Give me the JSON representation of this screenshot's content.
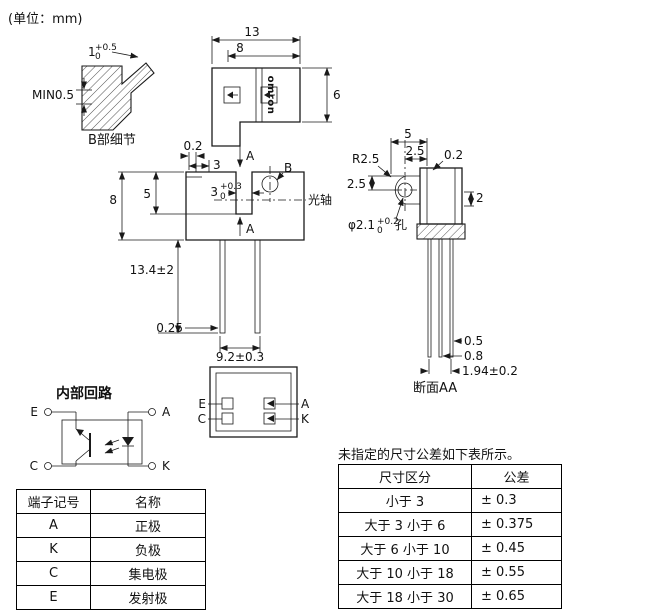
{
  "page": {
    "unit_label": "(单位：mm)"
  },
  "colors": {
    "ink": "#1a1a1a",
    "background": "#ffffff"
  },
  "detail_b": {
    "caption": "B部细节",
    "dim_tip_base": "1",
    "dim_tip_tol_upper": "+0.5",
    "dim_tip_tol_lower": "0",
    "dim_min_wall": "MIN0.5"
  },
  "front_view": {
    "dim_total_width": "13",
    "dim_upper_width": "8",
    "dim_height": "6",
    "brand_marking": "omron"
  },
  "side_view": {
    "dim_step": "0.2",
    "dim_top_width": "3",
    "section_marker_top": "A",
    "section_marker_bottom": "A",
    "detail_ref": "B",
    "dim_slot_base": "3",
    "dim_slot_tol_upper": "+0.3",
    "dim_slot_tol_lower": "0",
    "dim_body_height": "8",
    "dim_slot_depth": "5",
    "optical_axis_label": "光轴",
    "dim_lead_length": "13.4±2",
    "dim_lead_thickness": "0.25",
    "dim_lead_span": "9.2±0.3"
  },
  "section_view": {
    "caption": "断面AA",
    "dim_radius": "R2.5",
    "dim_tab_width": "5",
    "dim_hole_offset_top": "2.5",
    "dim_step": "0.2",
    "dim_hole_offset_left": "2.5",
    "hole_dim_base": "φ2.1",
    "hole_dim_tol_upper": "+0.2",
    "hole_dim_tol_lower": "0",
    "hole_dim_suffix": "孔",
    "dim_depth": "2",
    "dim_lead_width": "0.5",
    "dim_lead_thickness": "0.8",
    "dim_lead_pitch": "1.94±0.2"
  },
  "bottom_view": {
    "label_e": "E",
    "label_c": "C",
    "label_a": "A",
    "label_k": "K"
  },
  "circuit": {
    "title": "内部回路",
    "label_e": "E",
    "label_c": "C",
    "label_a": "A",
    "label_k": "K"
  },
  "terminal_table": {
    "headers": [
      "端子记号",
      "名称"
    ],
    "rows": [
      {
        "mark": "A",
        "name": "正极"
      },
      {
        "mark": "K",
        "name": "负极"
      },
      {
        "mark": "C",
        "name": "集电极"
      },
      {
        "mark": "E",
        "name": "发射极"
      }
    ]
  },
  "tolerance": {
    "note": "未指定的尺寸公差如下表所示。",
    "headers": [
      "尺寸区分",
      "公差"
    ],
    "rows": [
      {
        "range": "小于 3",
        "value": "± 0.3"
      },
      {
        "range": "大于 3 小于 6",
        "value": "± 0.375"
      },
      {
        "range": "大于 6 小于 10",
        "value": "± 0.45"
      },
      {
        "range": "大于 10 小于 18",
        "value": "± 0.55"
      },
      {
        "range": "大于 18 小于 30",
        "value": "± 0.65"
      }
    ]
  }
}
